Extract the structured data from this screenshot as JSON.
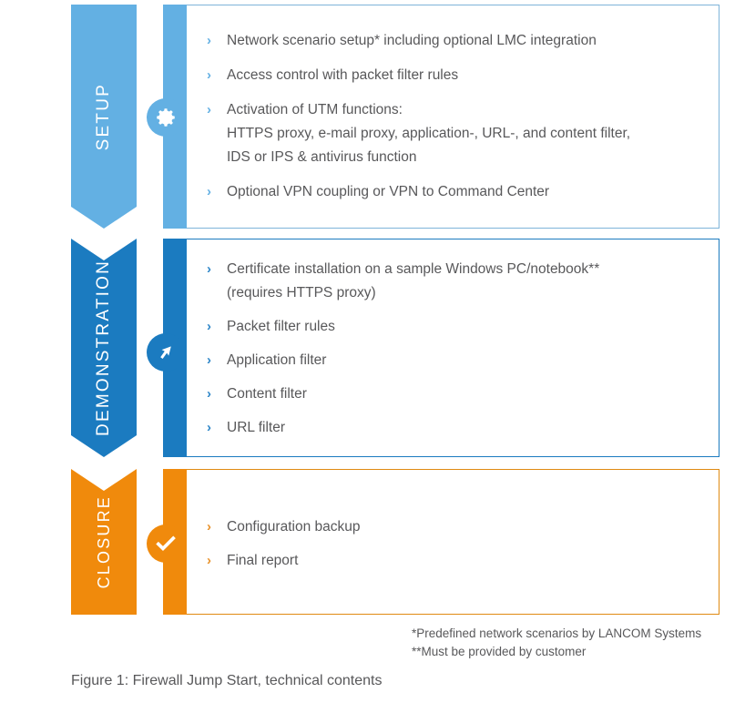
{
  "figure": {
    "caption": "Figure 1: Firewall Jump Start, technical contents"
  },
  "colors": {
    "phase1": "#63B0E3",
    "phase2": "#1B7BC0",
    "phase3": "#F08A0C",
    "phase1_border": "#7fb4d9",
    "phase2_border": "#1B7BC0",
    "phase3_border": "#E08A12",
    "text": "#58585a"
  },
  "phases": [
    {
      "label": "SETUP",
      "icon": "gear-icon",
      "items": [
        {
          "text": "Network scenario setup* including optional LMC integration",
          "sublines": []
        },
        {
          "text": "Access control with packet filter rules",
          "sublines": []
        },
        {
          "text": "Activation of UTM functions:",
          "sublines": [
            "HTTPS proxy, e-mail proxy, application-, URL-, and content filter,",
            "IDS or IPS & antivirus function"
          ]
        },
        {
          "text": "Optional VPN coupling or VPN to Command Center",
          "sublines": []
        }
      ]
    },
    {
      "label": "DEMONSTRATION",
      "icon": "arrow-up-right-icon",
      "items": [
        {
          "text": "Certificate installation on a sample Windows PC/notebook**",
          "sublines": [
            "(requires HTTPS proxy)"
          ]
        },
        {
          "text": "Packet filter rules",
          "sublines": []
        },
        {
          "text": "Application filter",
          "sublines": []
        },
        {
          "text": "Content filter",
          "sublines": []
        },
        {
          "text": "URL filter",
          "sublines": []
        }
      ]
    },
    {
      "label": "CLOSURE",
      "icon": "check-icon",
      "items": [
        {
          "text": "Configuration backup",
          "sublines": []
        },
        {
          "text": "Final report",
          "sublines": []
        }
      ]
    }
  ],
  "footnotes": [
    "*Predefined network scenarios by LANCOM Systems",
    "**Must be provided by customer"
  ],
  "bullet_glyph": "›"
}
